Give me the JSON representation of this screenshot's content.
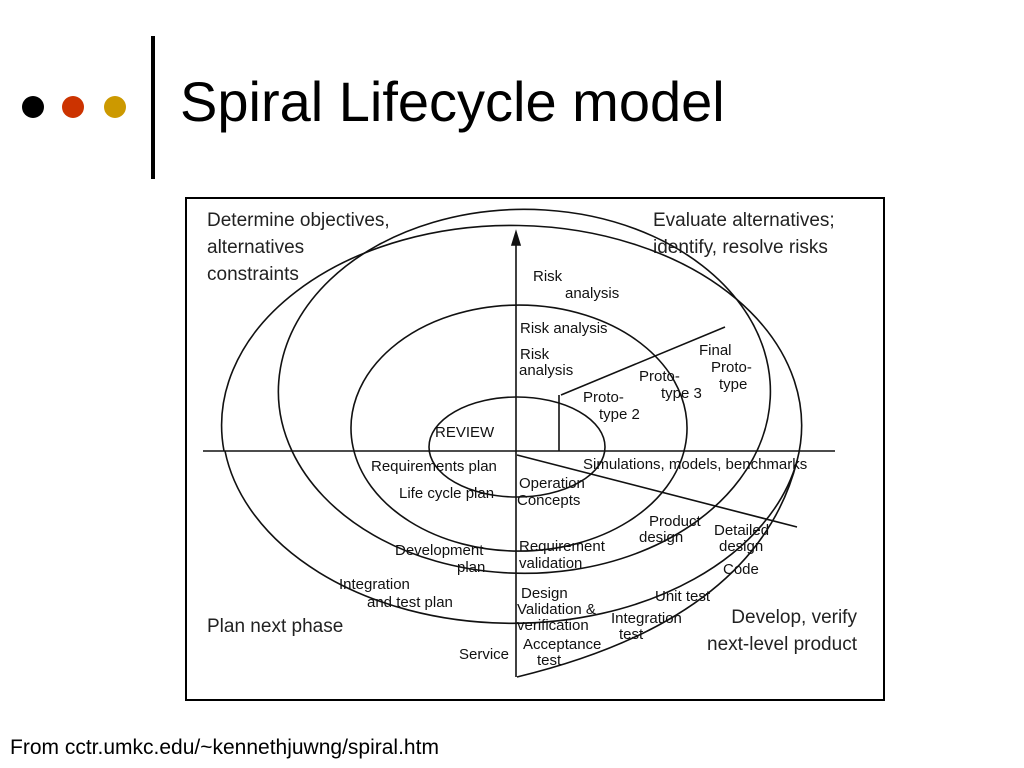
{
  "title": "Spiral Lifecycle model",
  "bullet_dots": {
    "colors": [
      "#000000",
      "#cc3300",
      "#cc9900"
    ]
  },
  "diagram": {
    "quadrants": {
      "top_left": [
        "Determine objectives,",
        "alternatives",
        "constraints"
      ],
      "top_right": [
        "Evaluate alternatives;",
        "identify, resolve risks"
      ],
      "bottom_left": [
        "Plan next phase"
      ],
      "bottom_right": [
        "Develop, verify",
        "next-level product"
      ]
    },
    "labels": {
      "risk_analysis_outer": [
        "Risk",
        "analysis"
      ],
      "risk_analysis_mid": "Risk analysis",
      "risk_analysis_inner": [
        "Risk",
        "analysis"
      ],
      "final_prototype": [
        "Final",
        "Proto-",
        "type"
      ],
      "prototype_3": [
        "Proto-",
        "type 3"
      ],
      "prototype_2": [
        "Proto-",
        "type 2"
      ],
      "review": "REVIEW",
      "requirements_plan": "Requirements plan",
      "life_cycle_plan": "Life cycle plan",
      "simulations": "Simulations, models, benchmarks",
      "operation_concepts": [
        "Operation",
        "Concepts"
      ],
      "product_design": [
        "Product",
        "design"
      ],
      "detailed_design": [
        "Detailed",
        "design"
      ],
      "code": "Code",
      "development_plan": [
        "Development",
        "plan"
      ],
      "requirement_validation": [
        "Requirement",
        "validation"
      ],
      "unit_test": "Unit test",
      "integration_and_test_plan": [
        "Integration",
        "and test plan"
      ],
      "design_validation": [
        "Design",
        "Validation &",
        "verification"
      ],
      "integration_test": [
        "Integration",
        "test"
      ],
      "acceptance_test": [
        "Acceptance",
        "test"
      ],
      "service": "Service"
    }
  },
  "source": "From cctr.umkc.edu/~kennethjuwng/spiral.htm"
}
